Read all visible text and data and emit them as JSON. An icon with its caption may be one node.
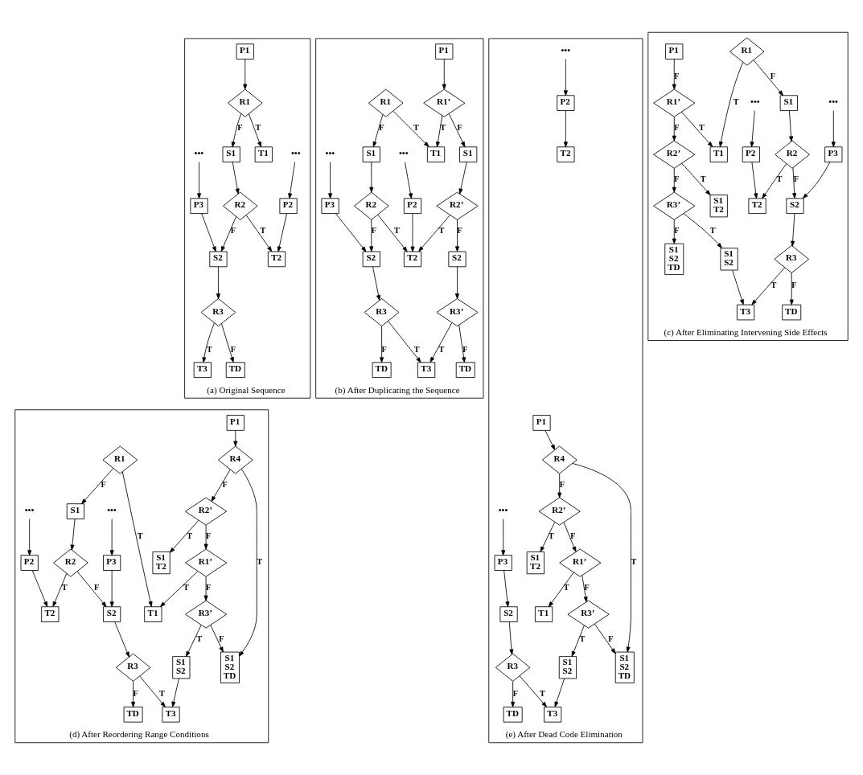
{
  "diagram": {
    "nodes": [
      {
        "text": [
          "(a) Original Sequence"
        ]
      },
      {
        "text": [
          "P1"
        ],
        "in": 0
      },
      {
        "text": [
          "R1"
        ],
        "in": 0
      },
      {
        "text": [
          "T1"
        ],
        "in": 0
      },
      {
        "text": [
          "S1"
        ],
        "in": 0
      },
      {
        "text": [
          "•••"
        ],
        "in": 0
      },
      {
        "text": [
          "•••"
        ],
        "in": 0
      },
      {
        "text": [
          "P2"
        ],
        "in": 0
      },
      {
        "text": [
          "P3"
        ],
        "in": 0
      },
      {
        "text": [
          "R2"
        ],
        "in": 0
      },
      {
        "text": [
          "T2"
        ],
        "in": 0
      },
      {
        "text": [
          "S2"
        ],
        "in": 0
      },
      {
        "text": [
          "R3"
        ],
        "in": 0
      },
      {
        "text": [
          "T3"
        ],
        "in": 0
      },
      {
        "text": [
          "TD"
        ],
        "in": 0
      },
      {
        "text": [
          "(b) After Duplicating the Sequence"
        ]
      },
      {
        "text": [
          "P1"
        ],
        "in": 15
      },
      {
        "text": [
          "R1"
        ],
        "in": 15
      },
      {
        "text": [
          "T1"
        ],
        "in": 15
      },
      {
        "text": [
          "R1’"
        ],
        "in": 15
      },
      {
        "text": [
          "S1"
        ],
        "in": 15
      },
      {
        "text": [
          "•••"
        ],
        "in": 15
      },
      {
        "text": [
          "S1"
        ],
        "in": 15
      },
      {
        "text": [
          "•••"
        ],
        "in": 15
      },
      {
        "text": [
          "P2"
        ],
        "in": 15
      },
      {
        "text": [
          "P3"
        ],
        "in": 15
      },
      {
        "text": [
          "R2"
        ],
        "in": 15
      },
      {
        "text": [
          "T2"
        ],
        "in": 15
      },
      {
        "text": [
          "R2’"
        ],
        "in": 15
      },
      {
        "text": [
          "S2"
        ],
        "in": 15
      },
      {
        "text": [
          "S2"
        ],
        "in": 15
      },
      {
        "text": [
          "R3"
        ],
        "in": 15
      },
      {
        "text": [
          "T3"
        ],
        "in": 15
      },
      {
        "text": [
          "R3’"
        ],
        "in": 15
      },
      {
        "text": [
          "TD"
        ],
        "in": 15
      },
      {
        "text": [
          "TD"
        ],
        "in": 15
      },
      {
        "text": [
          "(c) After Eliminating Intervening Side Effects"
        ]
      },
      {
        "text": [
          "P1"
        ],
        "in": 36
      },
      {
        "text": [
          "R1"
        ],
        "in": 36
      },
      {
        "text": [
          "T1"
        ],
        "in": 36
      },
      {
        "text": [
          "R1’"
        ],
        "in": 36
      },
      {
        "text": [
          "S1"
        ],
        "in": 36
      },
      {
        "text": [
          "•••"
        ],
        "in": 36
      },
      {
        "text": [
          "S1",
          "T2"
        ],
        "in": 36
      },
      {
        "text": [
          "R2’"
        ],
        "in": 36
      },
      {
        "text": [
          "•••"
        ],
        "in": 36
      },
      {
        "text": [
          "P2"
        ],
        "in": 36
      },
      {
        "text": [
          "P3"
        ],
        "in": 36
      },
      {
        "text": [
          "R2"
        ],
        "in": 36
      },
      {
        "text": [
          "T2"
        ],
        "in": 36
      },
      {
        "text": [
          "R3’"
        ],
        "in": 36
      },
      {
        "text": [
          "S1",
          "S2"
        ],
        "in": 36
      },
      {
        "text": [
          "S2"
        ],
        "in": 36
      },
      {
        "text": [
          "S1",
          "S2",
          "TD"
        ],
        "in": 36
      },
      {
        "text": [
          "R3"
        ],
        "in": 36
      },
      {
        "text": [
          "T3"
        ],
        "in": 36
      },
      {
        "text": [
          "TD"
        ],
        "in": 36
      },
      {
        "text": [
          "(d) After Reordering Range Conditions"
        ]
      },
      {
        "text": [
          "P1"
        ],
        "in": 57
      },
      {
        "text": [
          "R4"
        ],
        "in": 57
      },
      {
        "text": [
          "R1"
        ],
        "in": 57
      },
      {
        "text": [
          "S1",
          "T2"
        ],
        "in": 57
      },
      {
        "text": [
          "R2’"
        ],
        "in": 57
      },
      {
        "text": [
          "S1"
        ],
        "in": 57
      },
      {
        "text": [
          "•••"
        ],
        "in": 57
      },
      {
        "text": [
          "T1"
        ],
        "in": 57
      },
      {
        "text": [
          "R1’"
        ],
        "in": 57
      },
      {
        "text": [
          "•••"
        ],
        "in": 57
      },
      {
        "text": [
          "P2"
        ],
        "in": 57
      },
      {
        "text": [
          "P3"
        ],
        "in": 57
      },
      {
        "text": [
          "R2"
        ],
        "in": 57
      },
      {
        "text": [
          "T2"
        ],
        "in": 57
      },
      {
        "text": [
          "R3’"
        ],
        "in": 57
      },
      {
        "text": [
          "S2"
        ],
        "in": 57
      },
      {
        "text": [
          "S1",
          "S2"
        ],
        "in": 57
      },
      {
        "text": [
          "S1",
          "S2",
          "TD"
        ],
        "in": 57
      },
      {
        "text": [
          "R3"
        ],
        "in": 57
      },
      {
        "text": [
          "T3"
        ],
        "in": 57
      },
      {
        "text": [
          "TD"
        ],
        "in": 57
      },
      {
        "text": [
          "(e) After Dead Code Elimination"
        ]
      },
      {
        "text": [
          "P1"
        ],
        "in": 79
      },
      {
        "text": [
          "R4"
        ],
        "in": 79
      },
      {
        "text": [
          "S1",
          "T2"
        ],
        "in": 79
      },
      {
        "text": [
          "R2’"
        ],
        "in": 79
      },
      {
        "text": [
          "•••"
        ],
        "in": 79
      },
      {
        "text": [
          "T1"
        ],
        "in": 79
      },
      {
        "text": [
          "R1’"
        ],
        "in": 79
      },
      {
        "text": [
          "•••"
        ],
        "in": 79
      },
      {
        "text": [
          "P2"
        ],
        "in": 79
      },
      {
        "text": [
          "P3"
        ],
        "in": 79
      },
      {
        "text": [
          "R3’"
        ],
        "in": 79
      },
      {
        "text": [
          "T2"
        ],
        "in": 79
      },
      {
        "text": [
          "S1",
          "S2"
        ],
        "in": 79
      },
      {
        "text": [
          "S2"
        ],
        "in": 79
      },
      {
        "text": [
          "S1",
          "S2",
          "TD"
        ],
        "in": 79
      },
      {
        "text": [
          "R3"
        ],
        "in": 79
      },
      {
        "text": [
          "T3"
        ],
        "in": 79
      },
      {
        "text": [
          "TD"
        ],
        "in": 79
      }
    ],
    "edges": [
      {
        "from": 1,
        "to": 2,
        "arrow": "to"
      },
      {
        "from": 2,
        "to": 3,
        "arrow": "to",
        "label": "T"
      },
      {
        "from": 2,
        "to": 4,
        "arrow": "to",
        "label": "F"
      },
      {
        "from": 5,
        "to": 7,
        "arrow": "to"
      },
      {
        "from": 6,
        "to": 8,
        "arrow": "to"
      },
      {
        "from": 4,
        "to": 9,
        "arrow": "to"
      },
      {
        "from": 7,
        "to": 10,
        "arrow": "to"
      },
      {
        "from": 9,
        "to": 10,
        "arrow": "to",
        "label": "T"
      },
      {
        "from": 9,
        "to": 11,
        "arrow": "to",
        "label": "F"
      },
      {
        "from": 8,
        "to": 11,
        "arrow": "to"
      },
      {
        "from": 11,
        "to": 12,
        "arrow": "to"
      },
      {
        "from": 12,
        "to": 13,
        "arrow": "to",
        "label": "T"
      },
      {
        "from": 12,
        "to": 14,
        "arrow": "to",
        "label": "F"
      },
      {
        "from": 16,
        "to": 19,
        "arrow": "to"
      },
      {
        "from": 17,
        "to": 18,
        "arrow": "to",
        "label": "T"
      },
      {
        "from": 19,
        "to": 18,
        "arrow": "to",
        "label": "T"
      },
      {
        "from": 17,
        "to": 20,
        "arrow": "to",
        "label": "F"
      },
      {
        "from": 19,
        "to": 22,
        "arrow": "to",
        "label": "F"
      },
      {
        "from": 21,
        "to": 24,
        "arrow": "to"
      },
      {
        "from": 23,
        "to": 25,
        "arrow": "to"
      },
      {
        "from": 20,
        "to": 26,
        "arrow": "to"
      },
      {
        "from": 22,
        "to": 28,
        "arrow": "to"
      },
      {
        "from": 24,
        "to": 27,
        "arrow": "to"
      },
      {
        "from": 26,
        "to": 27,
        "arrow": "to",
        "label": "T"
      },
      {
        "from": 28,
        "to": 27,
        "arrow": "to",
        "label": "T"
      },
      {
        "from": 26,
        "to": 29,
        "arrow": "to",
        "label": "F"
      },
      {
        "from": 28,
        "to": 30,
        "arrow": "to",
        "label": "F"
      },
      {
        "from": 25,
        "to": 29,
        "arrow": "to"
      },
      {
        "from": 29,
        "to": 31,
        "arrow": "to"
      },
      {
        "from": 30,
        "to": 33,
        "arrow": "to"
      },
      {
        "from": 31,
        "to": 32,
        "arrow": "to",
        "label": "T"
      },
      {
        "from": 33,
        "to": 32,
        "arrow": "to",
        "label": "T"
      },
      {
        "from": 31,
        "to": 34,
        "arrow": "to",
        "label": "F"
      },
      {
        "from": 33,
        "to": 35,
        "arrow": "to",
        "label": "F"
      },
      {
        "from": 37,
        "to": 40,
        "arrow": "to",
        "label": "F"
      },
      {
        "from": 38,
        "to": 39,
        "arrow": "to",
        "label": "T"
      },
      {
        "from": 40,
        "to": 39,
        "arrow": "to",
        "label": "T"
      },
      {
        "from": 38,
        "to": 41,
        "arrow": "to",
        "label": "F"
      },
      {
        "from": 40,
        "to": 44,
        "arrow": "to",
        "label": "F"
      },
      {
        "from": 44,
        "to": 43,
        "arrow": "to",
        "label": "T"
      },
      {
        "from": 42,
        "to": 46,
        "arrow": "to"
      },
      {
        "from": 45,
        "to": 47,
        "arrow": "to"
      },
      {
        "from": 41,
        "to": 48,
        "arrow": "to"
      },
      {
        "from": 46,
        "to": 49,
        "arrow": "to"
      },
      {
        "from": 48,
        "to": 49,
        "arrow": "to",
        "label": "T"
      },
      {
        "from": 48,
        "to": 52,
        "arrow": "to",
        "label": "F"
      },
      {
        "from": 44,
        "to": 50,
        "arrow": "to",
        "label": "F"
      },
      {
        "from": 50,
        "to": 51,
        "arrow": "to",
        "label": "T"
      },
      {
        "from": 50,
        "to": 53,
        "arrow": "to",
        "label": "F"
      },
      {
        "from": 47,
        "to": 52,
        "arrow": "to"
      },
      {
        "from": 52,
        "to": 54,
        "arrow": "to"
      },
      {
        "from": 51,
        "to": 55,
        "arrow": "to"
      },
      {
        "from": 54,
        "to": 55,
        "arrow": "to",
        "label": "T"
      },
      {
        "from": 54,
        "to": 56,
        "arrow": "to",
        "label": "F"
      },
      {
        "from": 58,
        "to": 59,
        "arrow": "to"
      },
      {
        "from": 59,
        "to": 62,
        "arrow": "to",
        "label": "F"
      },
      {
        "from": 59,
        "to": 75,
        "arrow": "to",
        "label": "T"
      },
      {
        "from": 62,
        "to": 61,
        "arrow": "to",
        "label": "T"
      },
      {
        "from": 60,
        "to": 65,
        "arrow": "to",
        "label": "T"
      },
      {
        "from": 60,
        "to": 63,
        "arrow": "to",
        "label": "F"
      },
      {
        "from": 62,
        "to": 66,
        "arrow": "to",
        "label": "F"
      },
      {
        "from": 66,
        "to": 65,
        "arrow": "to",
        "label": "T"
      },
      {
        "from": 66,
        "to": 72,
        "arrow": "to",
        "label": "F"
      },
      {
        "from": 63,
        "to": 70,
        "arrow": "to"
      },
      {
        "from": 64,
        "to": 68,
        "arrow": "to"
      },
      {
        "from": 67,
        "to": 69,
        "arrow": "to"
      },
      {
        "from": 68,
        "to": 71,
        "arrow": "to"
      },
      {
        "from": 70,
        "to": 71,
        "arrow": "to",
        "label": "T"
      },
      {
        "from": 70,
        "to": 73,
        "arrow": "to",
        "label": "F"
      },
      {
        "from": 69,
        "to": 73,
        "arrow": "to"
      },
      {
        "from": 72,
        "to": 74,
        "arrow": "to",
        "label": "T"
      },
      {
        "from": 72,
        "to": 75,
        "arrow": "to",
        "label": "F"
      },
      {
        "from": 73,
        "to": 76,
        "arrow": "to"
      },
      {
        "from": 74,
        "to": 77,
        "arrow": "to"
      },
      {
        "from": 76,
        "to": 77,
        "arrow": "to",
        "label": "T"
      },
      {
        "from": 76,
        "to": 78,
        "arrow": "to",
        "label": "F"
      },
      {
        "from": 80,
        "to": 81,
        "arrow": "to"
      },
      {
        "from": 81,
        "to": 83,
        "arrow": "to",
        "label": "F"
      },
      {
        "from": 81,
        "to": 94,
        "arrow": "to",
        "label": "T"
      },
      {
        "from": 83,
        "to": 82,
        "arrow": "to",
        "label": "T"
      },
      {
        "from": 83,
        "to": 86,
        "arrow": "to",
        "label": "F"
      },
      {
        "from": 86,
        "to": 85,
        "arrow": "to",
        "label": "T"
      },
      {
        "from": 86,
        "to": 90,
        "arrow": "to",
        "label": "F"
      },
      {
        "from": 84,
        "to": 88,
        "arrow": "to"
      },
      {
        "from": 87,
        "to": 89,
        "arrow": "to"
      },
      {
        "from": 88,
        "to": 91,
        "arrow": "to"
      },
      {
        "from": 90,
        "to": 92,
        "arrow": "to",
        "label": "T"
      },
      {
        "from": 90,
        "to": 94,
        "arrow": "to",
        "label": "F"
      },
      {
        "from": 89,
        "to": 93,
        "arrow": "to"
      },
      {
        "from": 93,
        "to": 95,
        "arrow": "to"
      },
      {
        "from": 92,
        "to": 96,
        "arrow": "to"
      },
      {
        "from": 95,
        "to": 96,
        "arrow": "to",
        "label": "T"
      },
      {
        "from": 95,
        "to": 97,
        "arrow": "to",
        "label": "F"
      }
    ]
  }
}
